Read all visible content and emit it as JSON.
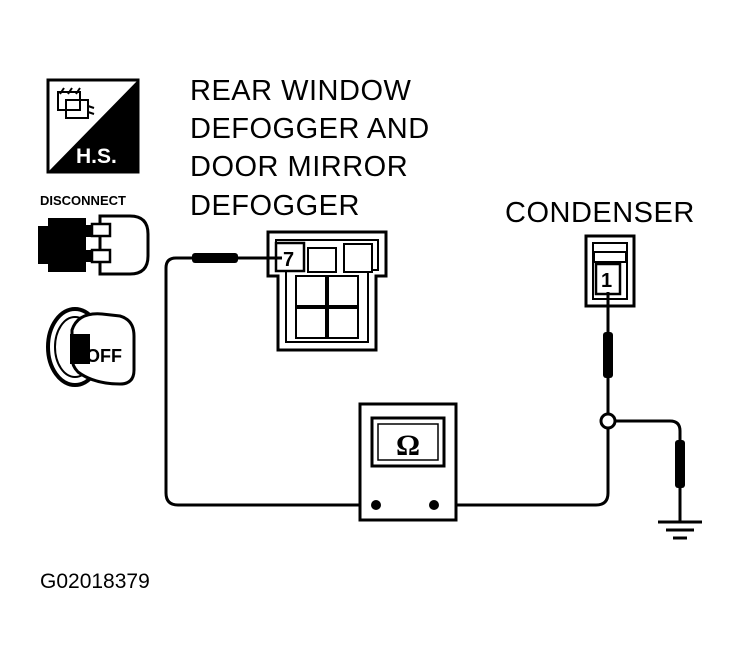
{
  "connector_label": [
    "REAR WINDOW",
    "DEFOGGER AND",
    "DOOR MIRROR",
    "DEFOGGER"
  ],
  "condenser_label": "CONDENSER",
  "connector_pin": "7",
  "condenser_pin": "1",
  "meter_symbol": "Ω",
  "icons": {
    "harness_side": "H.S.",
    "disconnect": "DISCONNECT",
    "ignition": "OFF"
  },
  "figure_code": "G02018379"
}
